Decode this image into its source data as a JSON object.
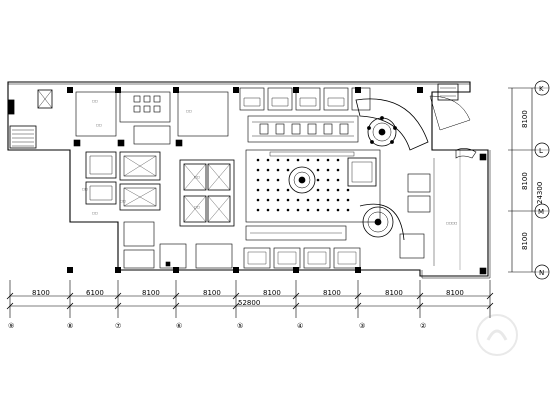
{
  "drawing": {
    "dims_bottom": [
      "8100",
      "6100",
      "8100",
      "8100",
      "8100",
      "8100",
      "8100",
      "8100"
    ],
    "total_bottom": "52800",
    "dims_right": [
      "8100",
      "8100",
      "8100"
    ],
    "total_right": "24300",
    "axes_bottom": [
      "⑨",
      "⑧",
      "⑦",
      "⑥",
      "⑤",
      "④",
      "③",
      "②"
    ],
    "axes_right": [
      "K",
      "L",
      "M",
      "N"
    ]
  }
}
